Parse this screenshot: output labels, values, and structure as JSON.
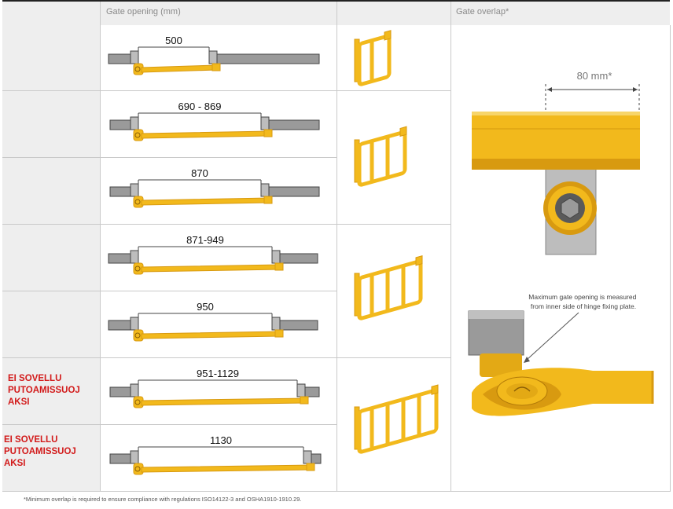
{
  "header": {
    "col_opening": "Gate opening (mm)",
    "col_overlap": "Gate overlap*"
  },
  "rows": [
    {
      "opening": "500",
      "warning": ""
    },
    {
      "opening": "690 - 869",
      "warning": ""
    },
    {
      "opening": "870",
      "warning": ""
    },
    {
      "opening": "871-949",
      "warning": ""
    },
    {
      "opening": "950",
      "warning": ""
    },
    {
      "opening": "951-1129",
      "warning": "EI SOVELLU\nPUTOAMISSUOJ\nAKSI"
    },
    {
      "opening": "1130",
      "warning": "EI SOVELLU\nPUTOAMISSUOJ\nAKSI"
    }
  ],
  "overlap": {
    "dimension_label": "80 mm*",
    "callout": "Maximum gate opening is measured\nfrom inner side of hinge fixing plate."
  },
  "footnote": "*Minimum overlap is required to ensure compliance with regulations ISO14122-3 and OSHA1910-1910.29.",
  "colors": {
    "gate_yellow": "#f2b91c",
    "gate_dark": "#d89a10",
    "rail_grey": "#9a9a9a",
    "header_bg": "#eeeeee",
    "warning_red": "#d21a1a"
  },
  "icons": [
    "gate-illustration",
    "hinge-closeup",
    "bolt-icon",
    "arrow-icon"
  ]
}
